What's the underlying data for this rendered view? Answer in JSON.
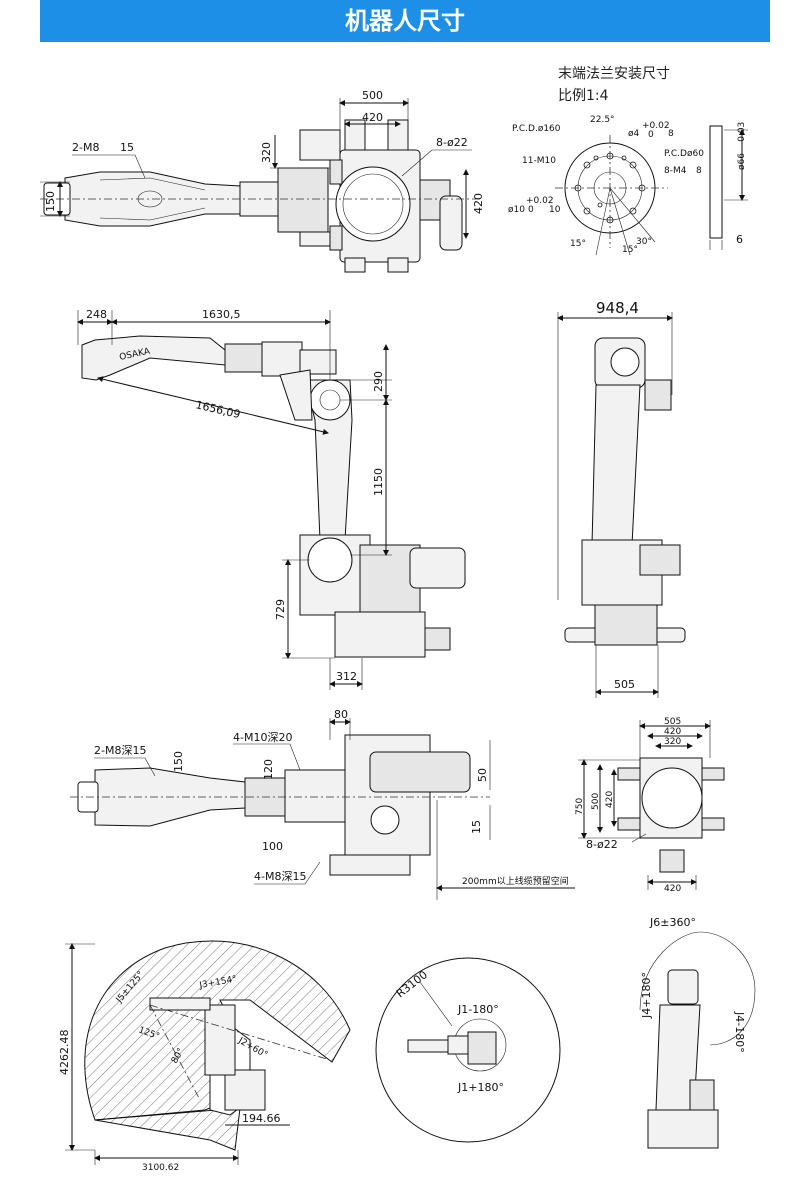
{
  "header": {
    "title": "机器人尺寸"
  },
  "flange": {
    "caption_line1": "末端法兰安装尺寸",
    "caption_line2": "比例1:4",
    "pcd160": "P.C.D.ø160",
    "angle_225": "22.5°",
    "hole4": "ø4",
    "hole4_tol": "+0.02",
    "hole4_tol0": "0",
    "hole4_depth": "8",
    "m10": "11-M10",
    "pcd60": "P.C.Dø60",
    "m4": "8-M4",
    "m4_depth": "8",
    "hole10": "ø10",
    "hole10_tol": "+0.02",
    "hole10_tol0": "0",
    "hole10_depth": "10",
    "ang15a": "15°",
    "ang15b": "15°",
    "ang30": "30°",
    "dia66": "ø66",
    "dia66_tol": "-0.03",
    "thick6": "6"
  },
  "top_view": {
    "d500": "500",
    "d420": "420",
    "d320": "320",
    "holes": "8-ø22",
    "d420v": "420",
    "m8": "2-M8",
    "m8_depth": "15",
    "d150": "150"
  },
  "side_view": {
    "d248": "248",
    "d16305": "1630,5",
    "d165609": "1656,09",
    "d290": "290",
    "d1150": "1150",
    "d729": "729",
    "d312": "312",
    "brand": "OSAKA"
  },
  "front_view": {
    "d9484": "948,4",
    "d505": "505"
  },
  "bottom_view": {
    "m8": "2-M8深15",
    "d150": "150",
    "m10": "4-M10深20",
    "d80": "80",
    "d120": "120",
    "d50": "50",
    "d100": "100",
    "d15": "15",
    "m8b": "4-M8深15",
    "cable": "200mm以上线缆预留空间"
  },
  "base_view": {
    "d505": "505",
    "d420": "420",
    "d320": "320",
    "d750": "750",
    "d500": "500",
    "d420v": "420",
    "holes": "8-ø22",
    "d420b": "420"
  },
  "range_side": {
    "j5": "J5±125°",
    "j3": "J3+154°",
    "j5b": "125°",
    "j2": "J2+60°",
    "j2b": "80°",
    "d426248": "4262.48",
    "d19466": "194.66",
    "d310062": "3100.62"
  },
  "range_top": {
    "r3100": "R3100",
    "j1m": "J1-180°",
    "j1p": "J1+180°"
  },
  "range_wrist": {
    "j6": "J6±360°",
    "j4": "J4+180°",
    "j4m": "J4-180°"
  }
}
